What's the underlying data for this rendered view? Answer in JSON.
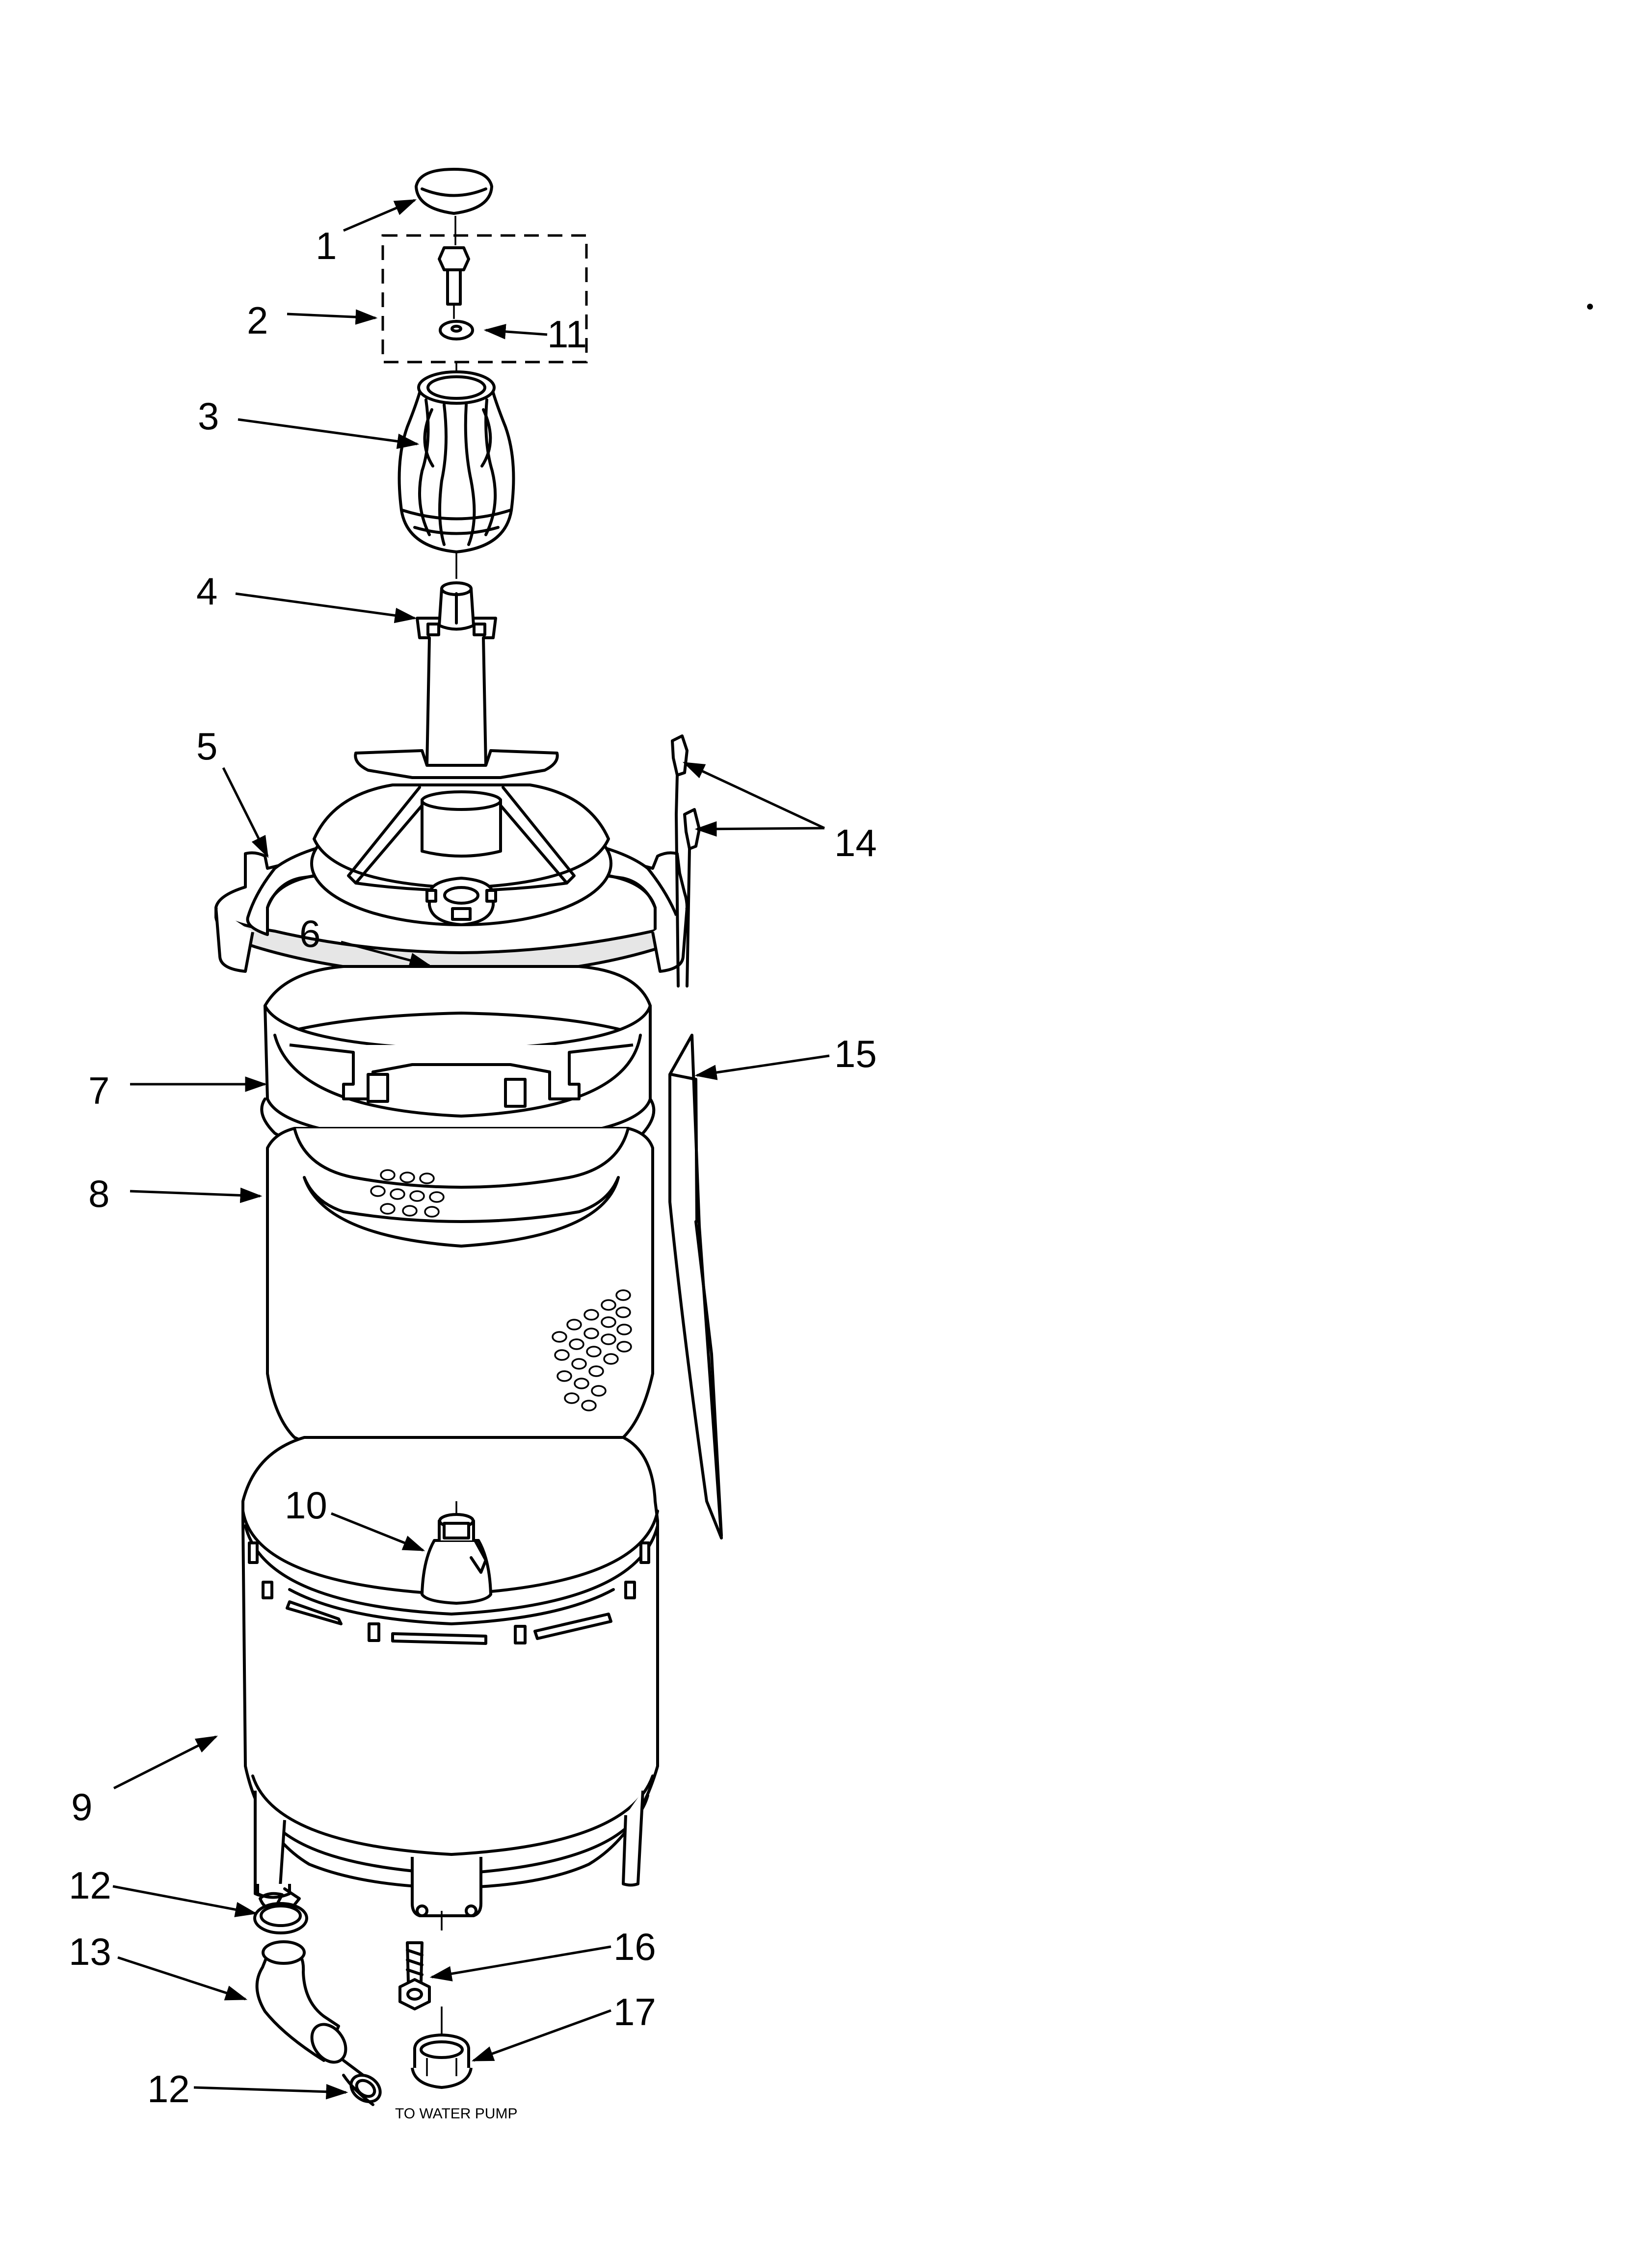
{
  "diagram": {
    "callouts": [
      "1",
      "2",
      "3",
      "4",
      "5",
      "6",
      "7",
      "8",
      "9",
      "10",
      "11",
      "12",
      "13",
      "12",
      "14",
      "15",
      "16",
      "17"
    ],
    "note": "TO WATER PUMP"
  },
  "colors": {
    "line": "#000000",
    "background": "#ffffff",
    "shade": "#e6e6e6"
  }
}
